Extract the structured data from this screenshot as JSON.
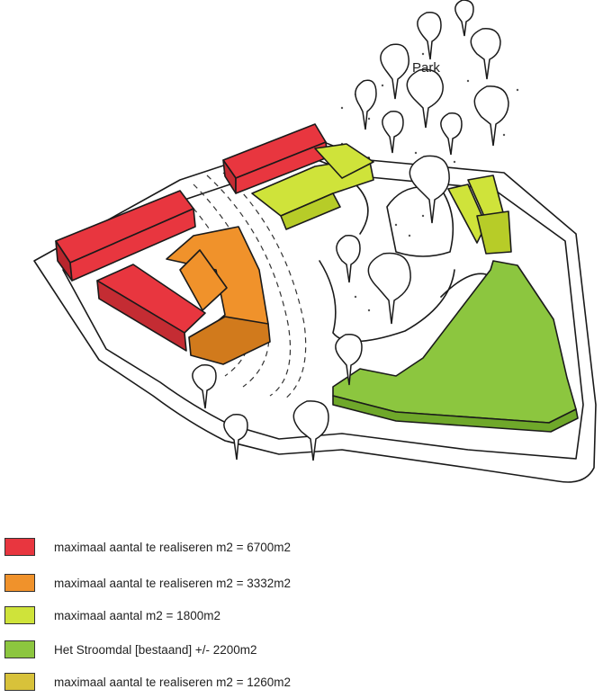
{
  "map": {
    "park_label": "Park"
  },
  "colors": {
    "red": "#e8363f",
    "orange": "#f0922b",
    "yellow_green": "#cfe33a",
    "green": "#8cc63f",
    "ochre": "#d8c23a"
  },
  "legend": {
    "items": [
      {
        "label": "maximaal aantal te realiseren m2 = 6700m2",
        "color": "#e8363f"
      },
      {
        "label": "maximaal aantal te realiseren m2 = 3332m2",
        "color": "#f0922b"
      },
      {
        "label": "maximaal aantal m2 = 1800m2",
        "color": "#cfe33a"
      },
      {
        "label": "Het Stroomdal [bestaand] +/- 2200m2",
        "color": "#8cc63f"
      },
      {
        "label": "maximaal aantal te realiseren m2 = 1260m2",
        "color": "#d8c23a"
      }
    ]
  }
}
